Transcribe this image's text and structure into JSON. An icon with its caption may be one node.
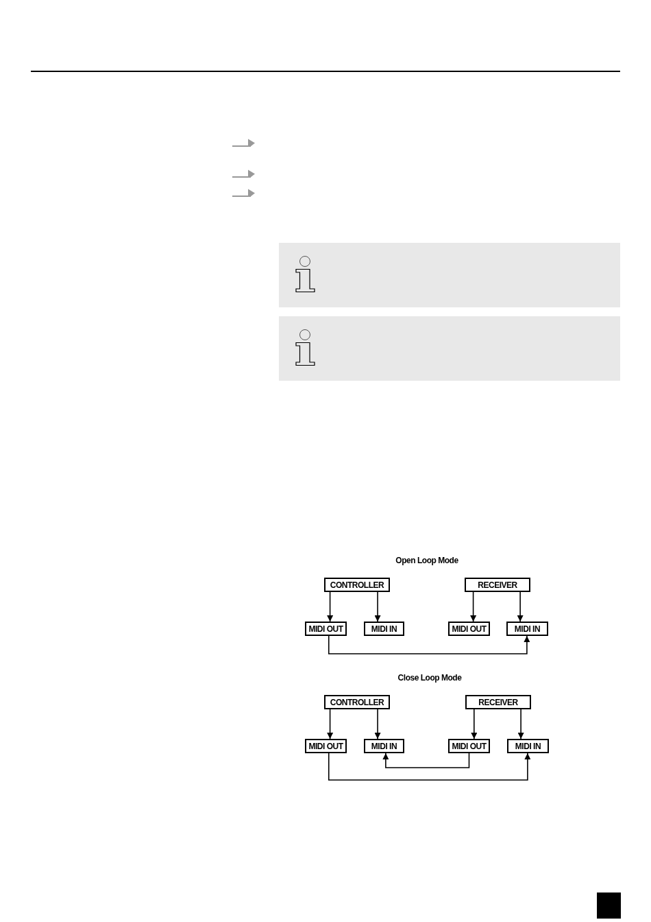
{
  "diagram": {
    "nodes": [
      {
        "text": [
          "CONTROLLER"
        ]
      },
      {
        "text": [
          "RECEIVER"
        ]
      },
      {
        "text": [
          "MIDI OUT"
        ]
      },
      {
        "text": [
          "MIDI IN"
        ]
      },
      {
        "text": [
          "MIDI OUT"
        ]
      },
      {
        "text": [
          "MIDI IN"
        ]
      },
      {
        "text": [
          "CONTROLLER"
        ]
      },
      {
        "text": [
          "RECEIVER"
        ]
      },
      {
        "text": [
          "MIDI OUT"
        ]
      },
      {
        "text": [
          "MIDI IN"
        ]
      },
      {
        "text": [
          "MIDI OUT"
        ]
      },
      {
        "text": [
          "MIDI IN"
        ]
      }
    ],
    "edges": [
      {
        "from": 0,
        "to": 2,
        "arrow": "to"
      },
      {
        "from": 0,
        "to": 3,
        "arrow": "to"
      },
      {
        "from": 1,
        "to": 4,
        "arrow": "to"
      },
      {
        "from": 1,
        "to": 5,
        "arrow": "to"
      },
      {
        "from": 2,
        "to": 5,
        "arrow": "to"
      },
      {
        "from": 6,
        "to": 8,
        "arrow": "to"
      },
      {
        "from": 6,
        "to": 9,
        "arrow": "to"
      },
      {
        "from": 7,
        "to": 10,
        "arrow": "to"
      },
      {
        "from": 7,
        "to": 11,
        "arrow": "to"
      },
      {
        "from": 10,
        "to": 9,
        "arrow": "to"
      },
      {
        "from": 8,
        "to": 11,
        "arrow": "to"
      }
    ],
    "labels": [
      "Open Loop Mode",
      "Close Loop Mode"
    ]
  }
}
